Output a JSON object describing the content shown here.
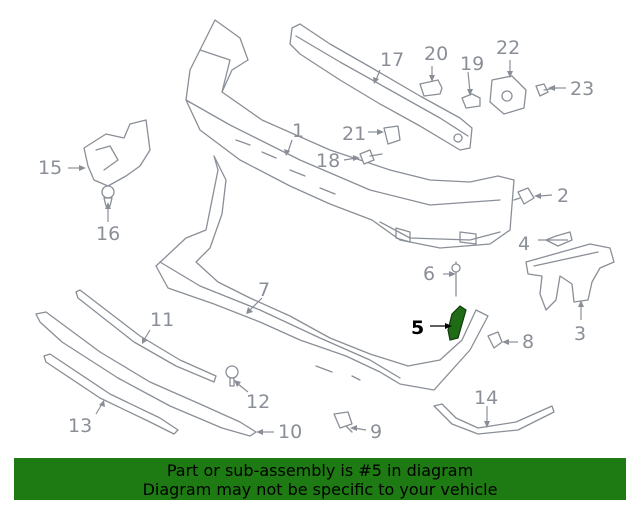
{
  "callouts": {
    "c1": "1",
    "c2": "2",
    "c3": "3",
    "c4": "4",
    "c5": "5",
    "c6": "6",
    "c7": "7",
    "c8": "8",
    "c9": "9",
    "c10": "10",
    "c11": "11",
    "c12": "12",
    "c13": "13",
    "c14": "14",
    "c15": "15",
    "c16": "16",
    "c17": "17",
    "c18": "18",
    "c19": "19",
    "c20": "20",
    "c21": "21",
    "c22": "22",
    "c23": "23"
  },
  "highlighted_part": "5",
  "colors": {
    "banner_bg": "#1e7a12",
    "highlight_part": "#1f6b16",
    "line_art": "#8a8f97"
  },
  "banner": {
    "line1": "Part or sub-assembly is #5 in diagram",
    "line2": "Diagram may not be specific to your vehicle"
  }
}
